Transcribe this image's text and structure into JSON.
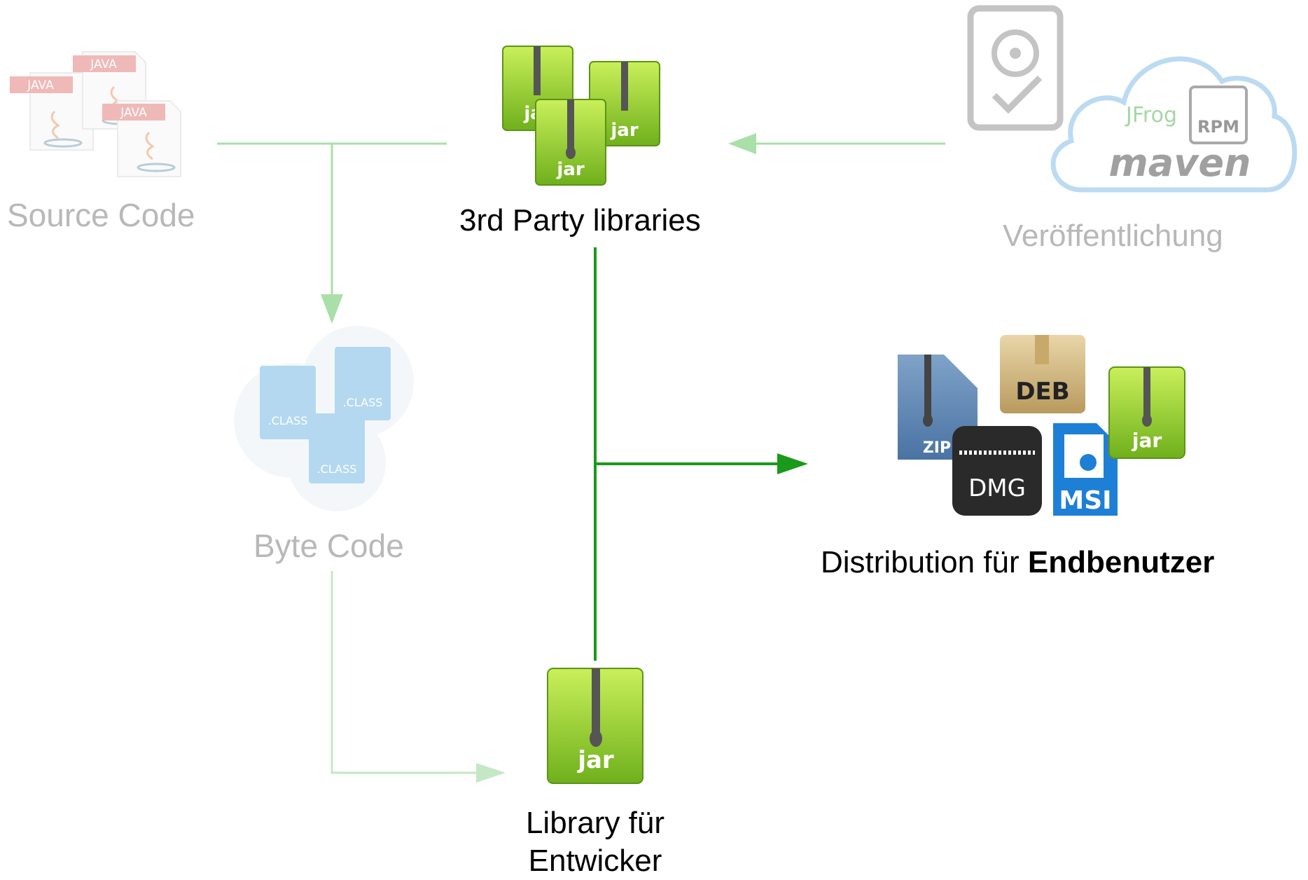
{
  "labels": {
    "source_code": "Source Code",
    "third_party": "3rd Party libraries",
    "publication": "Veröffentlichung",
    "byte_code": "Byte Code",
    "distribution_prefix": "Distribution für ",
    "distribution_bold": "Endbenutzer",
    "library_line1": "Library für",
    "library_line2": "Entwicker"
  },
  "icon_text": {
    "java": "JAVA",
    "class": ".CLASS",
    "jar": "jar",
    "zip": "ZIP",
    "dmg": "DMG",
    "deb": "DEB",
    "msi": "MSI",
    "jfrog": "JFrog",
    "rpm": "RPM",
    "maven": "maven"
  },
  "colors": {
    "arrow_active": "#1a9a1a",
    "arrow_faded": "#a9dfa9",
    "jar_green": "#8fce2a",
    "faded_text": "#b8b8b8"
  }
}
